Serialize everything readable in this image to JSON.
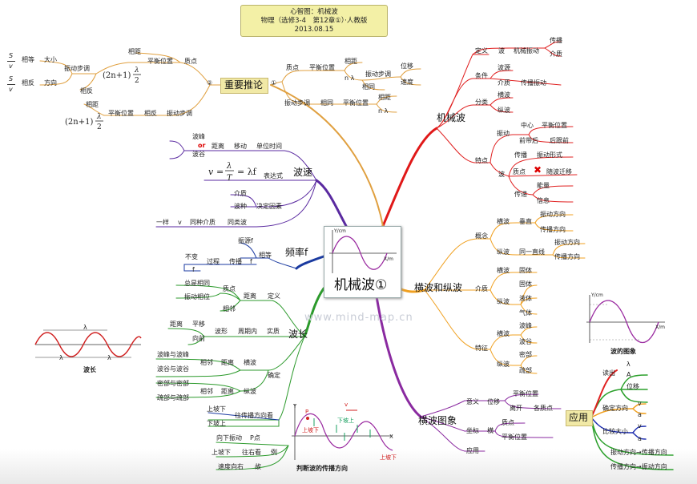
{
  "header": {
    "line1": "心智图：机械波",
    "line2": "物理（选修3-4　第12章①）·人教版",
    "line3": "2013.08.15"
  },
  "center": {
    "title": "机械波①",
    "ylabel": "Y/cm",
    "xlabel": "X/m"
  },
  "watermark": "www.mind-map.cn",
  "branches": {
    "jixiebo": "机械波",
    "hengbo_zongbo": "横波和纵波",
    "hengbo_tuxiang": "横波图象",
    "bochang": "波长",
    "pinlv": "频率f",
    "bosu": "波速",
    "zhongyao": "重要推论",
    "yingyong": "应用"
  },
  "mech": {
    "dingyi": "定义",
    "bo": "波",
    "jixie_zhendong": "机械振动",
    "chuanbo": "传播",
    "jiezhi": "介质",
    "tiaojian": "条件",
    "boyuan": "波源",
    "jiezhi2": "介质",
    "chuanbo_zhendong": "传播振动",
    "fenlei": "分类",
    "hengbo": "横波",
    "zongbo": "纵波",
    "tedian": "特点",
    "zhendong": "振动",
    "zhongxin": "中心",
    "pinghengweizhi": "平衡位置",
    "qiandaihou": "前带后",
    "houfangqian": "后跟前",
    "bo2": "波",
    "chuanbo2": "传播",
    "zhendongxingshi": "振动形式",
    "zhidian": "质点",
    "suiboqianyi": "随波迁移",
    "chuansu": "传递",
    "nengliang": "能量",
    "xinxi": "信息"
  },
  "hz": {
    "gainian": "概念",
    "hengbo": "横波",
    "chuizhi": "垂直",
    "zhendongfangxiang": "振动方向",
    "chuanbofangxiang": "传播方向",
    "zongbo": "纵波",
    "tongyizhixian": "同一直线",
    "zhendongfangxiang2": "振动方向",
    "chuanbofangxiang2": "传播方向",
    "jiezhi": "介质",
    "hengbo2": "横波",
    "guti": "固体",
    "guti2": "固体",
    "zongbo2": "纵波",
    "yeti": "液体",
    "qiti": "气体",
    "tezheng": "特征",
    "hengbo3": "横波",
    "bofeng": "波峰",
    "bogu": "波谷",
    "zongbo3": "纵波",
    "mibu": "密部",
    "shubu": "疏部",
    "tuxiang_caption": "波的图象",
    "ylabel": "Y/cm",
    "xlabel": "X/m"
  },
  "tx": {
    "yiyi": "意义",
    "weiyi": "位移",
    "pinghengweizhi": "平衡位置",
    "likai": "离开",
    "gezhidian": "各质点",
    "zuobiao": "坐标",
    "heng": "横",
    "zhidian": "质点",
    "pinghengweizhi2": "平衡位置",
    "yingyong": "应用"
  },
  "app": {
    "duchu": "读出",
    "lambda": "λ",
    "A": "A",
    "weiyi": "位移",
    "quedingfangxiang": "确定方向",
    "v": "v",
    "a": "a",
    "bijiaodaxiao": "比较大小",
    "v2": "v",
    "a2": "a",
    "z2c": "振动方向→传播方向",
    "c2z": "传播方向→振动方向"
  },
  "bc": {
    "zongshixiangtong": "总是相同",
    "zhidian": "质点",
    "zhendongxiangwei": "振动相位",
    "juli": "距离",
    "dingyi": "定义",
    "xianglin": "相邻",
    "julipingyi": "距离",
    "pingyi": "平移",
    "boxing": "波形",
    "zhouqinei": "周期内",
    "shizhi": "实质",
    "xiangqian": "向前",
    "bofengyubofeng": "波峰与波峰",
    "boguyubogu": "波谷与波谷",
    "mibuyumibu": "密部与密部",
    "shubuyushubu": "疏部与疏部",
    "xianglin2": "相邻",
    "juli2": "距离",
    "hengbo": "横波",
    "queding": "确定",
    "xianglin3": "相邻",
    "juli3": "距离",
    "zongbo": "纵波",
    "bochang_caption": "波长",
    "lambda": "λ"
  },
  "jd": {
    "shangpoxia": "上坡下",
    "wangchuanbofangxiangkan": "往传播方向看",
    "xiapoxia": "下坡上",
    "xiangxiazhendong": "向下振动",
    "Pdian": "P点",
    "shangpoxia2": "上坡下",
    "wangyoukan": "往右看",
    "li": "例",
    "suduxiangyou": "速度向右",
    "gu": "故",
    "figure_caption": "判断波的传播方向",
    "P": "P",
    "up": "上坡下",
    "down_up": "下坡上",
    "down": "上坡下",
    "v": "v",
    "Y": "Y",
    "X": "X"
  },
  "pl": {
    "xiangdeng": "相等",
    "boyuanf": "振源f",
    "f": "f",
    "bubian": "不变",
    "guocheng": "过程",
    "chuanbo": "传播",
    "f2": "f"
  },
  "bs": {
    "bofeng": "波峰",
    "or": "or",
    "bogu": "波谷",
    "juli": "距离",
    "yidong": "移动",
    "danweishijian": "单位时间",
    "biaodashi": "表达式",
    "jiezhi": "介质",
    "bozhong": "波种",
    "juedingyinsu": "决定因素",
    "yiyang": "一样",
    "v": "v",
    "tongzhongjiezhi": "同种介质",
    "tonglei bo": "同类波"
  },
  "tl": {
    "circ1": "①",
    "circ2": "②",
    "zhidian": "质点",
    "pinghengweizhi": "平衡位置",
    "xiangju": "相距",
    "nlambda": "n λ",
    "zhendongbuzhou": "振动步调",
    "weiyi": "位移",
    "sudu": "速度",
    "xiangtong": "相同",
    "zhendongbuzhou2": "振动步调",
    "xiangtong2": "相同",
    "pinghengweizhi2": "平衡位置",
    "xiangju2": "相距",
    "nlambda2": "n λ",
    "xiangju3": "相距",
    "pinghengweizhi3": "平衡位置",
    "zhidian2": "质点",
    "xiangdeng": "相等",
    "daxiao": "大小",
    "zhendongbuzhou3": "振动步调",
    "xiangfan": "相反",
    "fangxiang": "方向",
    "xiangfan2": "相反",
    "xiangju4": "相距",
    "pinghengweizhi4": "平衡位置",
    "xiangfan3": "相反",
    "zhendongbuzhou4": "振动步调",
    "S": "S",
    "v": "v",
    "S2": "S",
    "v2": "v"
  }
}
